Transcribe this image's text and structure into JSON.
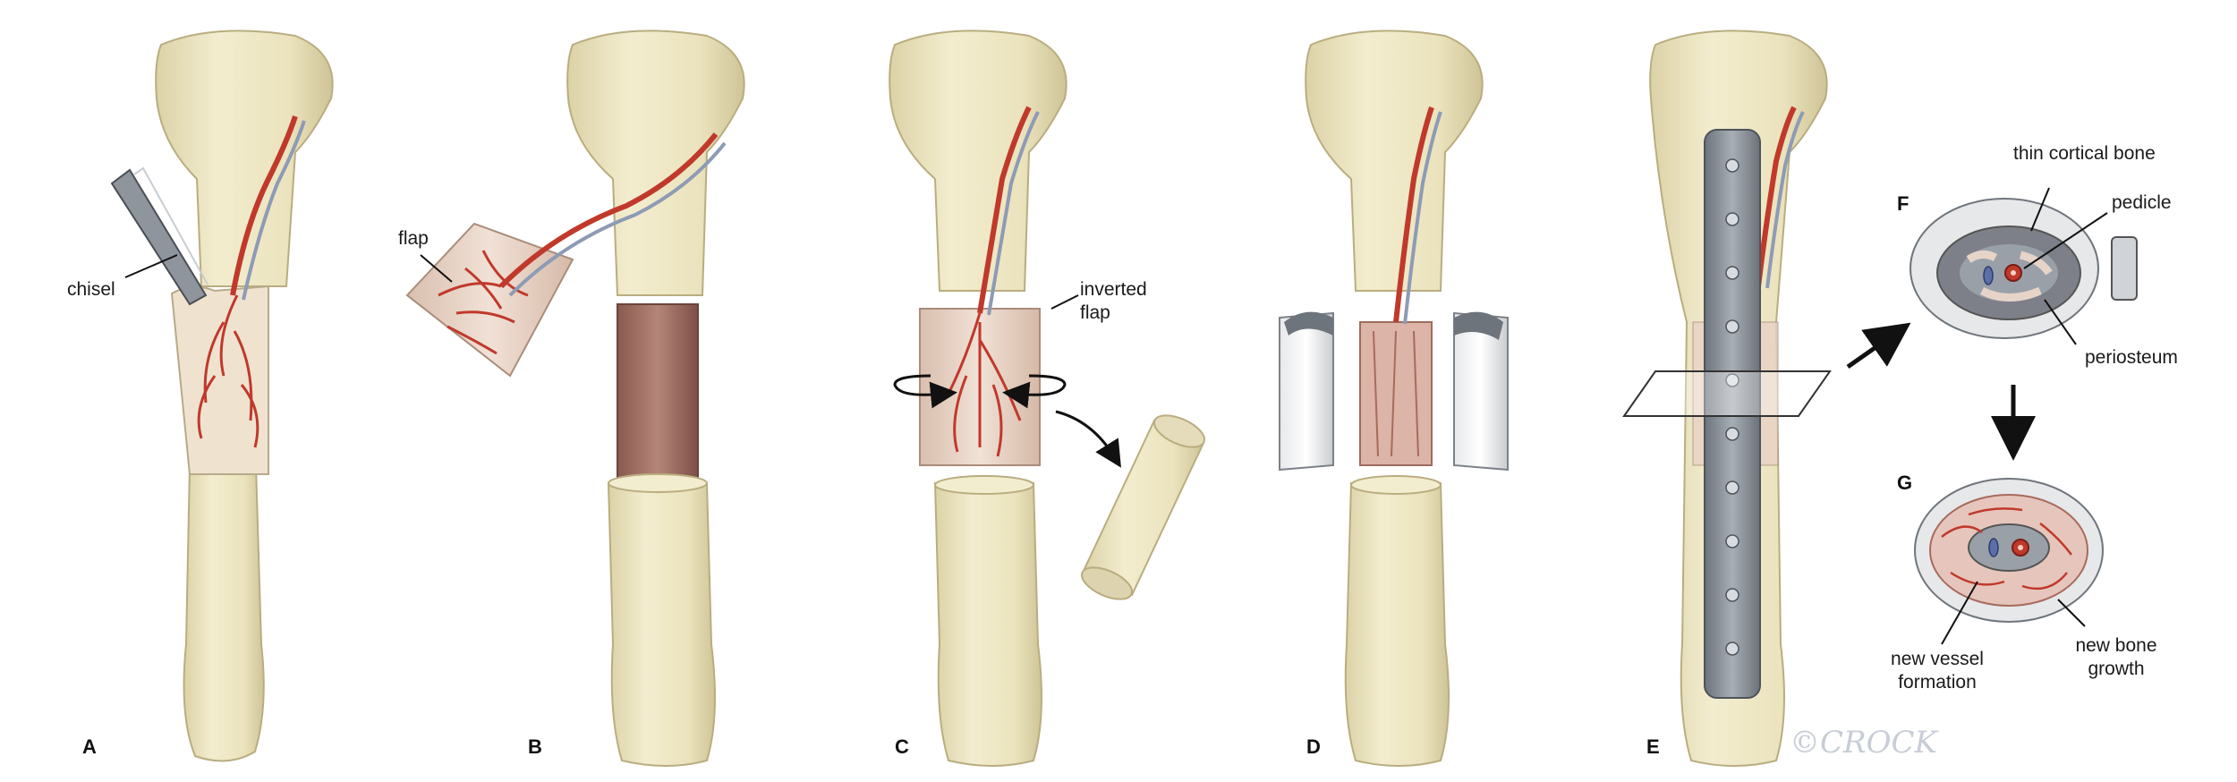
{
  "panels": [
    {
      "id": "A",
      "letter": "A"
    },
    {
      "id": "B",
      "letter": "B"
    },
    {
      "id": "C",
      "letter": "C"
    },
    {
      "id": "D",
      "letter": "D"
    },
    {
      "id": "E",
      "letter": "E"
    },
    {
      "id": "F",
      "letter": "F"
    },
    {
      "id": "G",
      "letter": "G"
    }
  ],
  "labels": {
    "chisel": "chisel",
    "flap": "flap",
    "inverted_flap_1": "inverted",
    "inverted_flap_2": "flap",
    "thin_cortical_bone": "thin cortical bone",
    "pedicle": "pedicle",
    "periosteum": "periosteum",
    "new_vessel_1": "new vessel",
    "new_vessel_2": "formation",
    "new_bone_1": "new bone",
    "new_bone_2": "growth"
  },
  "signature": "©CROCK",
  "colors": {
    "bone": "#efe8c6",
    "bone_shadow": "#d9cfa4",
    "artery": "#c0392b",
    "vein": "#8d9bb5",
    "flap_tissue": "#e8d2c4",
    "marrow_rod": "#a9786c",
    "plate": "#8e949c",
    "cancellous": "#9aa4ae"
  }
}
